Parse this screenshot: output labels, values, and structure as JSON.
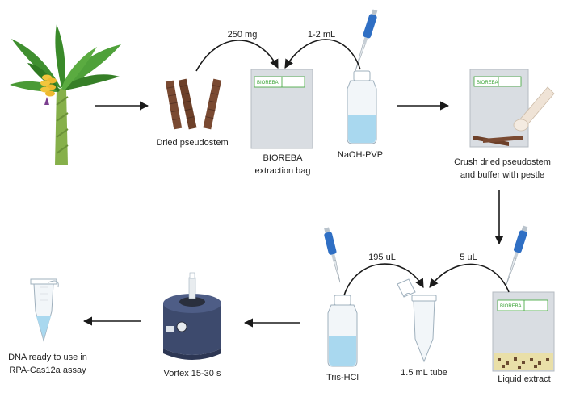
{
  "labels": {
    "dried_pseudostem": "Dried pseudostem",
    "bioreba_bag_line1": "BIOREBA",
    "bioreba_bag_line2": "extraction bag",
    "naoh_pvp": "NaOH-PVP",
    "crush_line1": "Crush dried pseudostem",
    "crush_line2": "and buffer with pestle",
    "liquid_extract": "Liquid extract",
    "tube": "1.5 mL tube",
    "tris_hcl": "Tris-HCl",
    "vortex": "Vortex 15-30 s",
    "dna_line1": "DNA ready to use in",
    "dna_line2": "RPA-Cas12a assay"
  },
  "amounts": {
    "pseudostem_mass": "250 mg",
    "buffer_volume": "1-2 mL",
    "tris_volume": "195 uL",
    "extract_volume": "5 uL"
  },
  "bag_brand": "BIOREBA",
  "colors": {
    "arrow": "#1a1a1a",
    "bag_fill": "#d9dde2",
    "bag_label": "#3aa335",
    "liquid": "#a9d8ef",
    "pipette": "#2f6fc4",
    "plant_leaf": "#3f8f2f",
    "banana": "#f2c53d",
    "pseudostem": "#7a4a32"
  }
}
